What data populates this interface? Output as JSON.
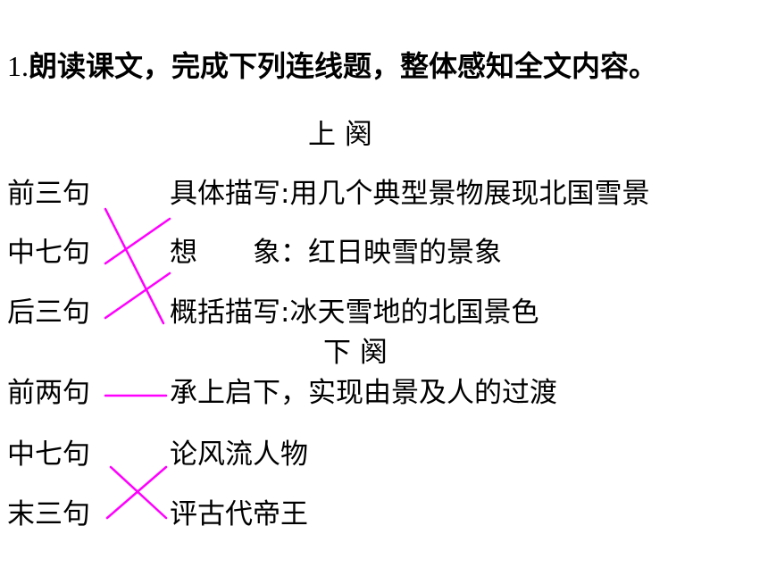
{
  "question": {
    "number": "1.",
    "text": "朗读课文，完成下列连线题，整体感知全文内容。"
  },
  "upper": {
    "heading": "上 阕",
    "left": [
      "前三句",
      "中七句",
      "后三句"
    ],
    "right": [
      "具体描写:用几个典型景物展现北国雪景",
      "想　　象：红日映雪的景象",
      "概括描写:冰天雪地的北国景色"
    ]
  },
  "lower": {
    "heading": "下 阕",
    "left": [
      "前两句",
      "中七句",
      "末三句"
    ],
    "right": [
      "承上启下，实现由景及人的过渡",
      "论风流人物",
      "评古代帝王"
    ]
  },
  "colors": {
    "link": "#ff00ff",
    "text": "#000000",
    "background": "#ffffff"
  }
}
